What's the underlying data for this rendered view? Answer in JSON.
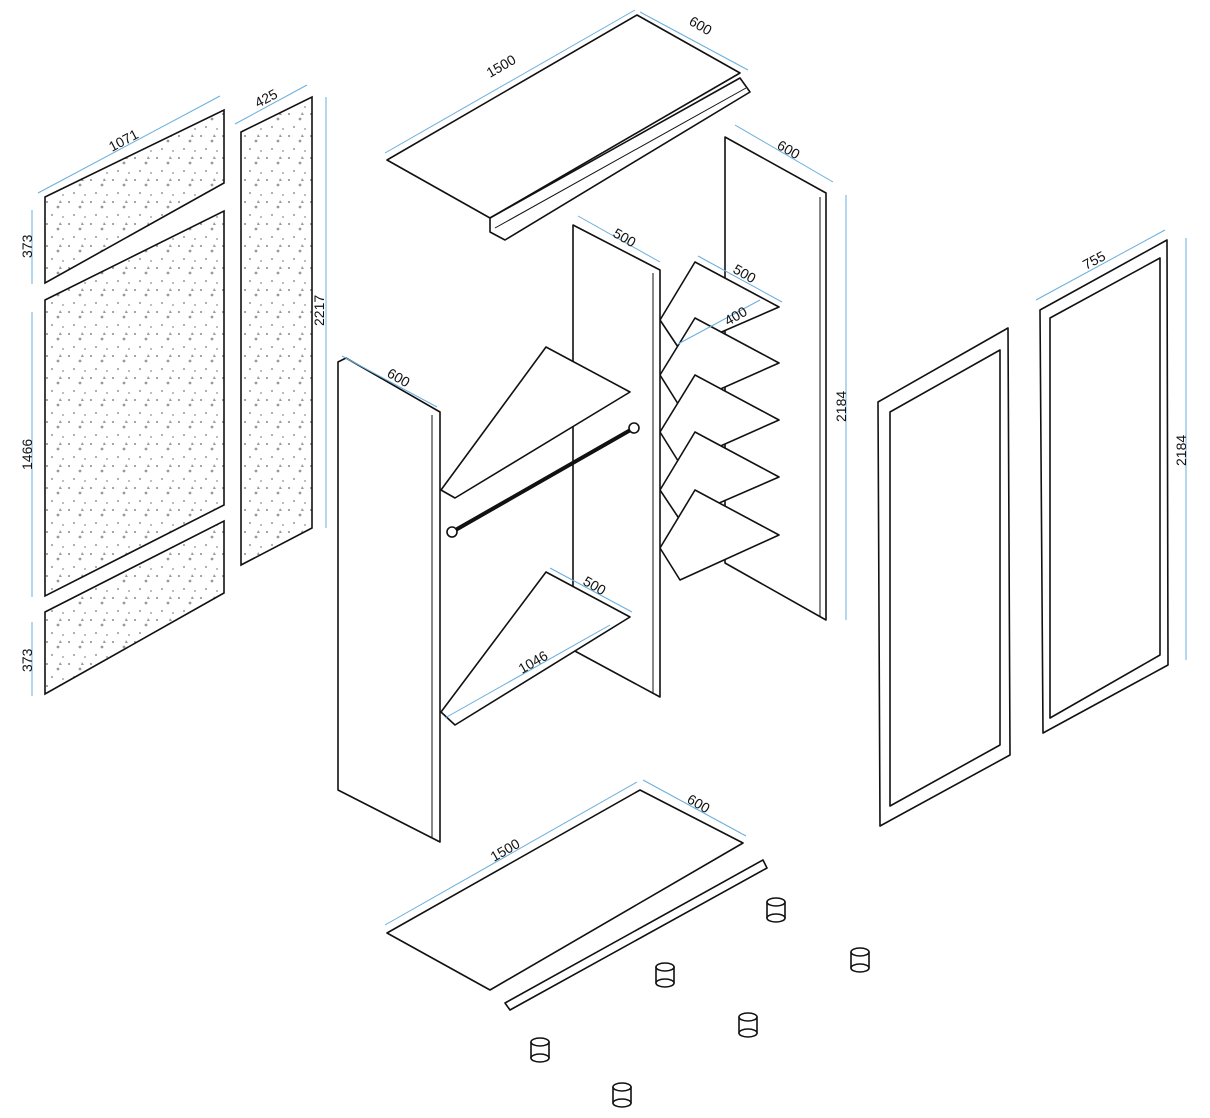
{
  "title": "Wardrobe exploded assembly diagram",
  "colors": {
    "dimension_line": "#6aaedc",
    "outline": "#111111"
  },
  "dimensions": {
    "top_panel_length": "1500",
    "top_panel_depth": "600",
    "back_panel_width": "1071",
    "back_strip_width": "425",
    "back_top_height": "373",
    "back_middle_height": "1466",
    "back_strip_height": "2217",
    "back_bottom_height": "373",
    "right_side_depth": "600",
    "middle_panel_depth": "500",
    "small_shelf_depth": "500",
    "small_shelf_width": "400",
    "right_side_height": "2184",
    "left_side_depth": "600",
    "bottom_shelf_depth": "500",
    "long_shelf_width": "1046",
    "door_width": "755",
    "door_height": "2184",
    "bottom_panel_length": "1500",
    "bottom_panel_depth": "600"
  }
}
